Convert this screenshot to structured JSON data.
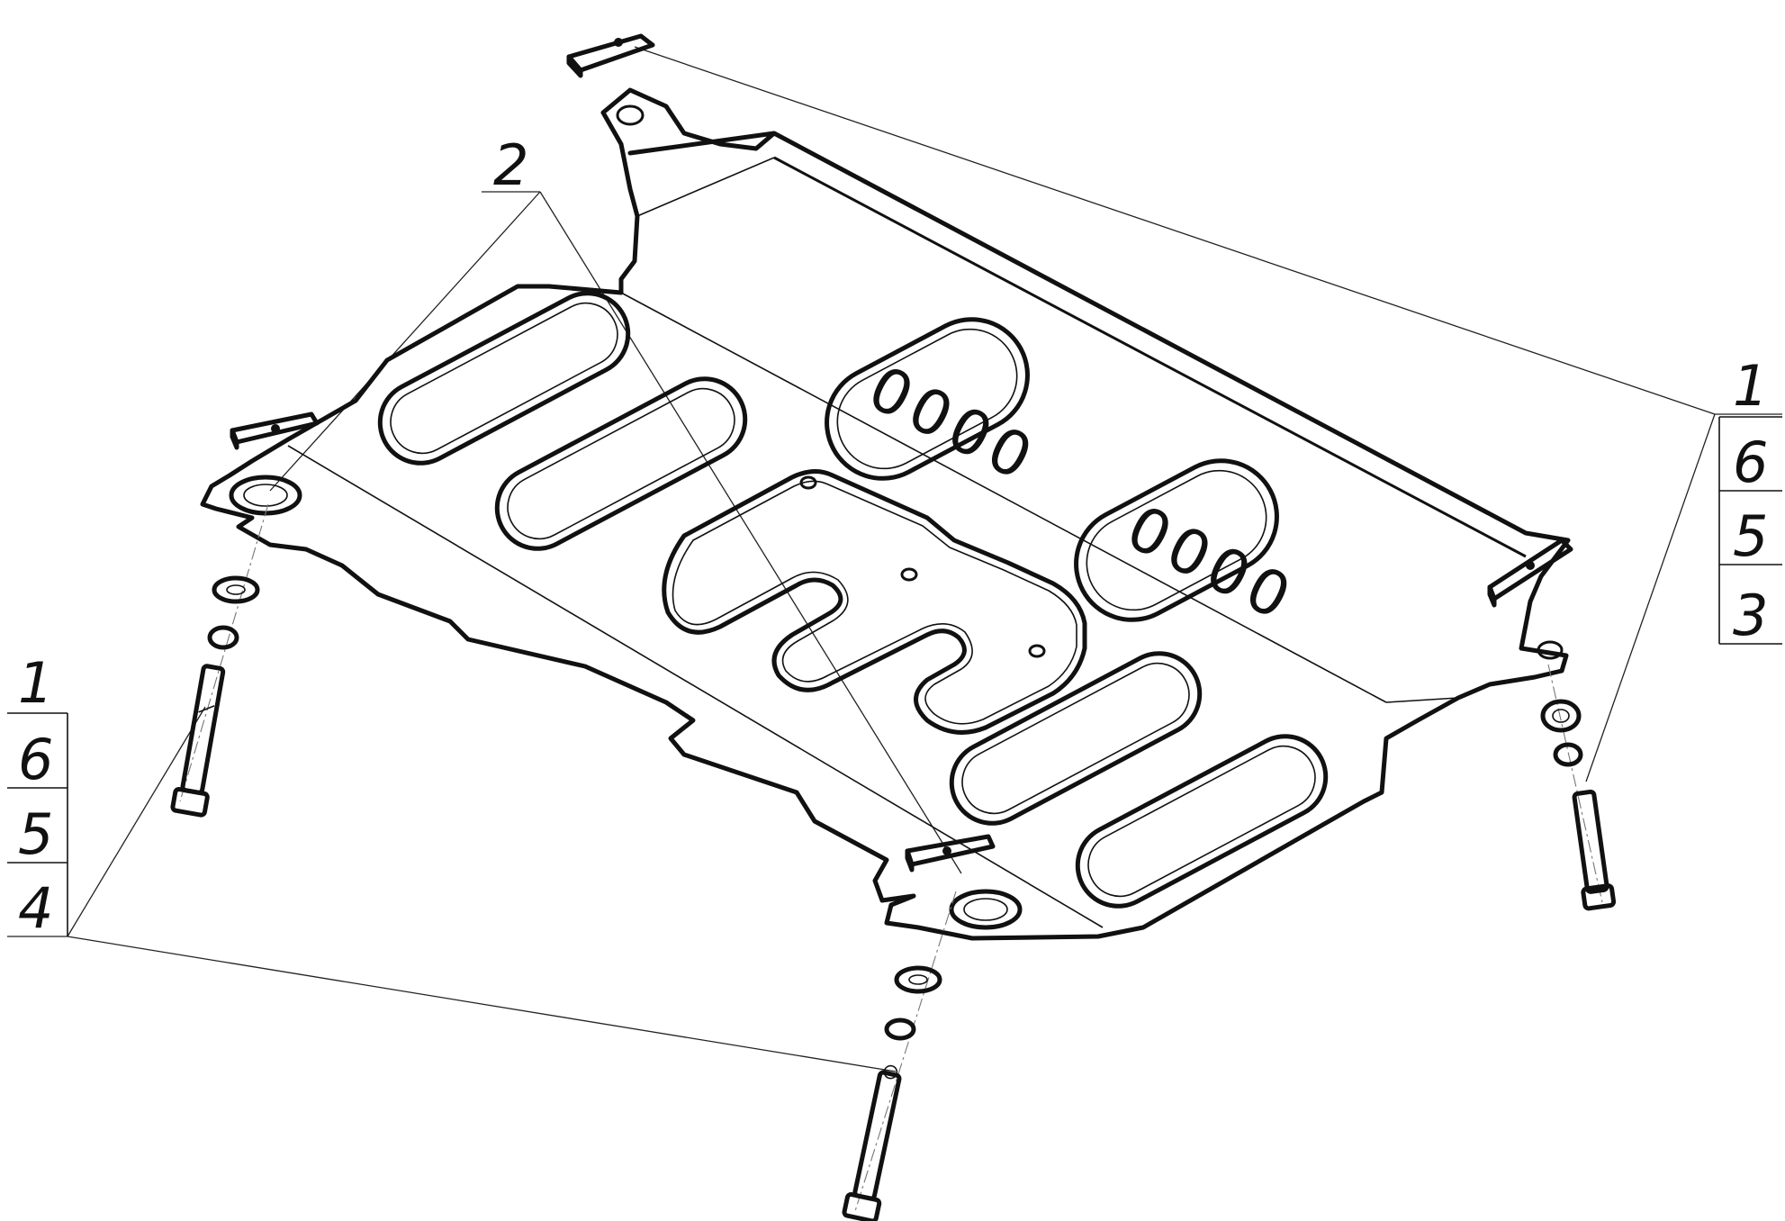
{
  "callouts": {
    "left_stack": [
      "1",
      "6",
      "5",
      "4"
    ],
    "right_stack": [
      "1",
      "6",
      "5",
      "3"
    ],
    "part_2": "2"
  },
  "stampings": {
    "upper": "0000",
    "lower": "0000"
  }
}
